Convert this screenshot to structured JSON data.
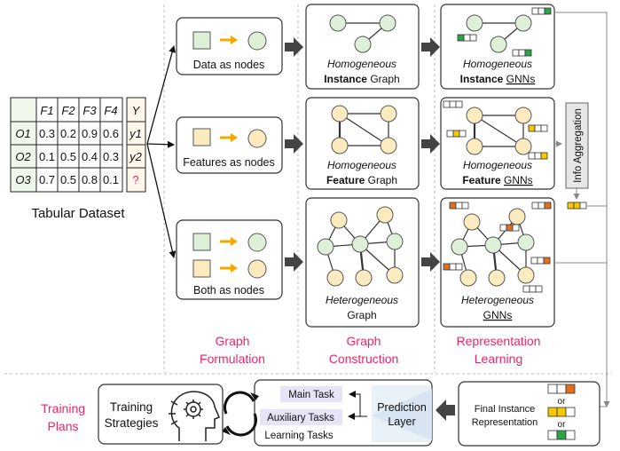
{
  "table": {
    "headers": [
      "F1",
      "F2",
      "F3",
      "F4"
    ],
    "label_header": "Y",
    "rows": [
      {
        "id": "O1",
        "values": [
          "0.3",
          "0.2",
          "0.9",
          "0.6"
        ],
        "label": "y1"
      },
      {
        "id": "O2",
        "values": [
          "0.1",
          "0.5",
          "0.4",
          "0.3"
        ],
        "label": "y2"
      },
      {
        "id": "O3",
        "values": [
          "0.7",
          "0.5",
          "0.8",
          "0.1"
        ],
        "label": "?"
      }
    ],
    "caption": "Tabular Dataset"
  },
  "formulation": {
    "data_as_nodes": "Data as nodes",
    "features_as_nodes": "Features as nodes",
    "both_as_nodes": "Both as nodes"
  },
  "graphs": {
    "instance": {
      "line1": "Homogeneous",
      "line2": "Instance",
      "line3": "Graph"
    },
    "feature": {
      "line1": "Homogeneous",
      "line2": "Feature",
      "line3": "Graph"
    },
    "hetero": {
      "line1": "Heterogeneous",
      "line2": "Graph"
    }
  },
  "gnns": {
    "instance": {
      "line1": "Homogeneous",
      "line2": "Instance",
      "line3": "GNNs"
    },
    "feature": {
      "line1": "Homogeneous",
      "line2": "Feature",
      "line3": "GNNs"
    },
    "hetero": {
      "line1": "Heterogeneous",
      "line2": "GNNs"
    }
  },
  "info_aggregation": "Info Aggregation",
  "stages": {
    "graph_formulation": [
      "Graph",
      "Formulation"
    ],
    "graph_construction": [
      "Graph",
      "Construction"
    ],
    "representation_learning": [
      "Representation",
      "Learning"
    ],
    "training_plans": [
      "Training",
      "Plans"
    ]
  },
  "bottom": {
    "final_instance": [
      "Final Instance",
      "Representation"
    ],
    "or": "or",
    "prediction_layer": [
      "Prediction",
      "Layer"
    ],
    "main_task": "Main Task",
    "auxiliary_tasks": "Auxiliary Tasks",
    "learning_tasks": "Learning Tasks",
    "training_strategies": [
      "Training",
      "Strategies"
    ]
  },
  "colors": {
    "instance_node": "#dff0d8",
    "feature_node": "#fdebc0",
    "accent_pink": "#e8266b",
    "arrow_orange": "#f5a800",
    "task_purple": "#e8e4f8",
    "prediction_blue": "#d6e4f2",
    "embed_green": "#2ca24a",
    "embed_orange": "#e07020",
    "embed_yellow": "#f5c800"
  }
}
